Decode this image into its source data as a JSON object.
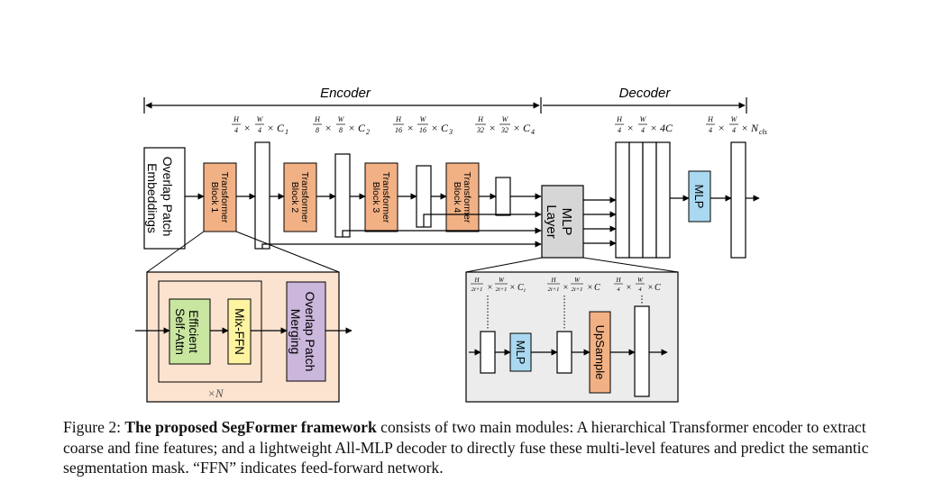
{
  "sections": {
    "encoder": "Encoder",
    "decoder": "Decoder"
  },
  "blocks": {
    "patch_embed": [
      "Overlap Patch",
      "Embeddings"
    ],
    "tb1": [
      "Transformer",
      "Block 1"
    ],
    "tb2": [
      "Transformer",
      "Block 2"
    ],
    "tb3": [
      "Transformer",
      "Block 3"
    ],
    "tb4": [
      "Transformer",
      "Block 4"
    ],
    "mlp_layer": [
      "MLP",
      "Layer"
    ],
    "dec_mlp": "MLP",
    "efficient_attn": [
      "Efficient",
      "Self-Attn"
    ],
    "mix_ffn": "Mix-FFN",
    "overlap_merge": [
      "Overlap Patch",
      "Merging"
    ],
    "repeat": "×N",
    "d_mlp": "MLP",
    "d_upsample": "UpSample"
  },
  "shapes": {
    "s1": {
      "num": "H",
      "den": "4",
      "tail": "C",
      "sub": "1"
    },
    "s2": {
      "num": "H",
      "den": "8",
      "tail": "C",
      "sub": "2"
    },
    "s3": {
      "num": "H",
      "den": "16",
      "tail": "C",
      "sub": "3"
    },
    "s4": {
      "num": "H",
      "den": "32",
      "tail": "C",
      "sub": "4"
    },
    "s5": {
      "num": "H",
      "den": "4",
      "tail": "4C",
      "sub": ""
    },
    "s6": {
      "num": "H",
      "den": "4",
      "tail": "N",
      "sub": "cls"
    },
    "d1": {
      "num": "H",
      "den": "2i+1",
      "tail": "C",
      "sub": "i"
    },
    "d2": {
      "num": "H",
      "den": "2i+1",
      "tail": "C",
      "sub": ""
    },
    "d3": {
      "num": "H",
      "den": "4",
      "tail": "C",
      "sub": ""
    }
  },
  "width_symbol": "W",
  "times": "×",
  "caption": {
    "label": "Figure 2: ",
    "bold": "The proposed SegFormer framework",
    "rest": " consists of two main modules: A hierarchical Transformer encoder to extract coarse and fine features; and a lightweight All-MLP decoder to directly fuse these multi-level features and predict the semantic segmentation mask. “FFN” indicates feed-forward network."
  },
  "colors": {
    "transformer": "#f2b184",
    "mlp": "#a9d8f0",
    "efficient": "#c8e6a0",
    "mixffn": "#fdf3a0",
    "merge": "#cbb6dc",
    "encoder_detail_bg": "#fbe3cf",
    "decoder_detail_bg": "#ececec",
    "mlp_layer": "#d6d6d6"
  }
}
